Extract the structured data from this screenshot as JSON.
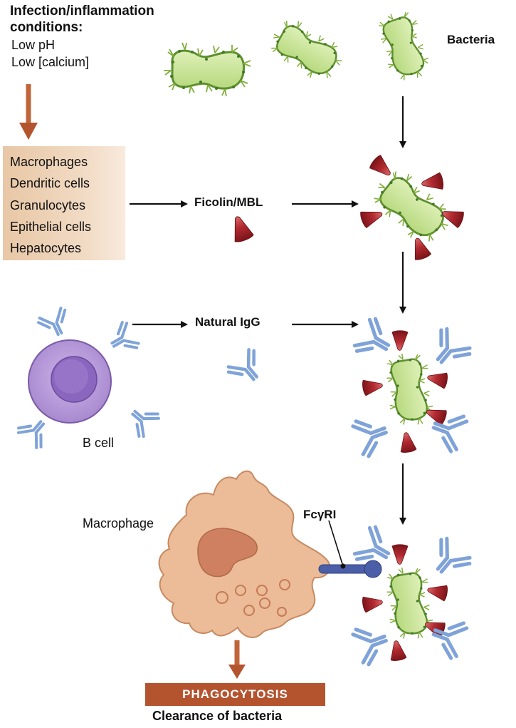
{
  "conditions": {
    "title_line1": "Infection/inflammation",
    "title_line2": "conditions:",
    "items": [
      "Low pH",
      "Low [calcium]"
    ]
  },
  "bacteria_label": "Bacteria",
  "producing_cells": [
    "Macrophages",
    "Dendritic cells",
    "Granulocytes",
    "Epithelial cells",
    "Hepatocytes"
  ],
  "ficolin_label": "Ficolin/MBL",
  "igg_label": "Natural IgG",
  "bcell_label": "B cell",
  "macrophage_label": "Macrophage",
  "receptor_label": "FcγRI",
  "phagocytosis_label": "PHAGOCYTOSIS",
  "clearance_label": "Clearance of bacteria",
  "colors": {
    "bacteria_fill": "#c9e49a",
    "bacteria_outline": "#5e8f2e",
    "ficolin": "#a8232b",
    "antibody": "#7fa3d8",
    "bcell": "#b79bd6",
    "macrophage": "#e8b390",
    "arrow_brown": "#b4542f",
    "receptor": "#4a5fa8"
  }
}
